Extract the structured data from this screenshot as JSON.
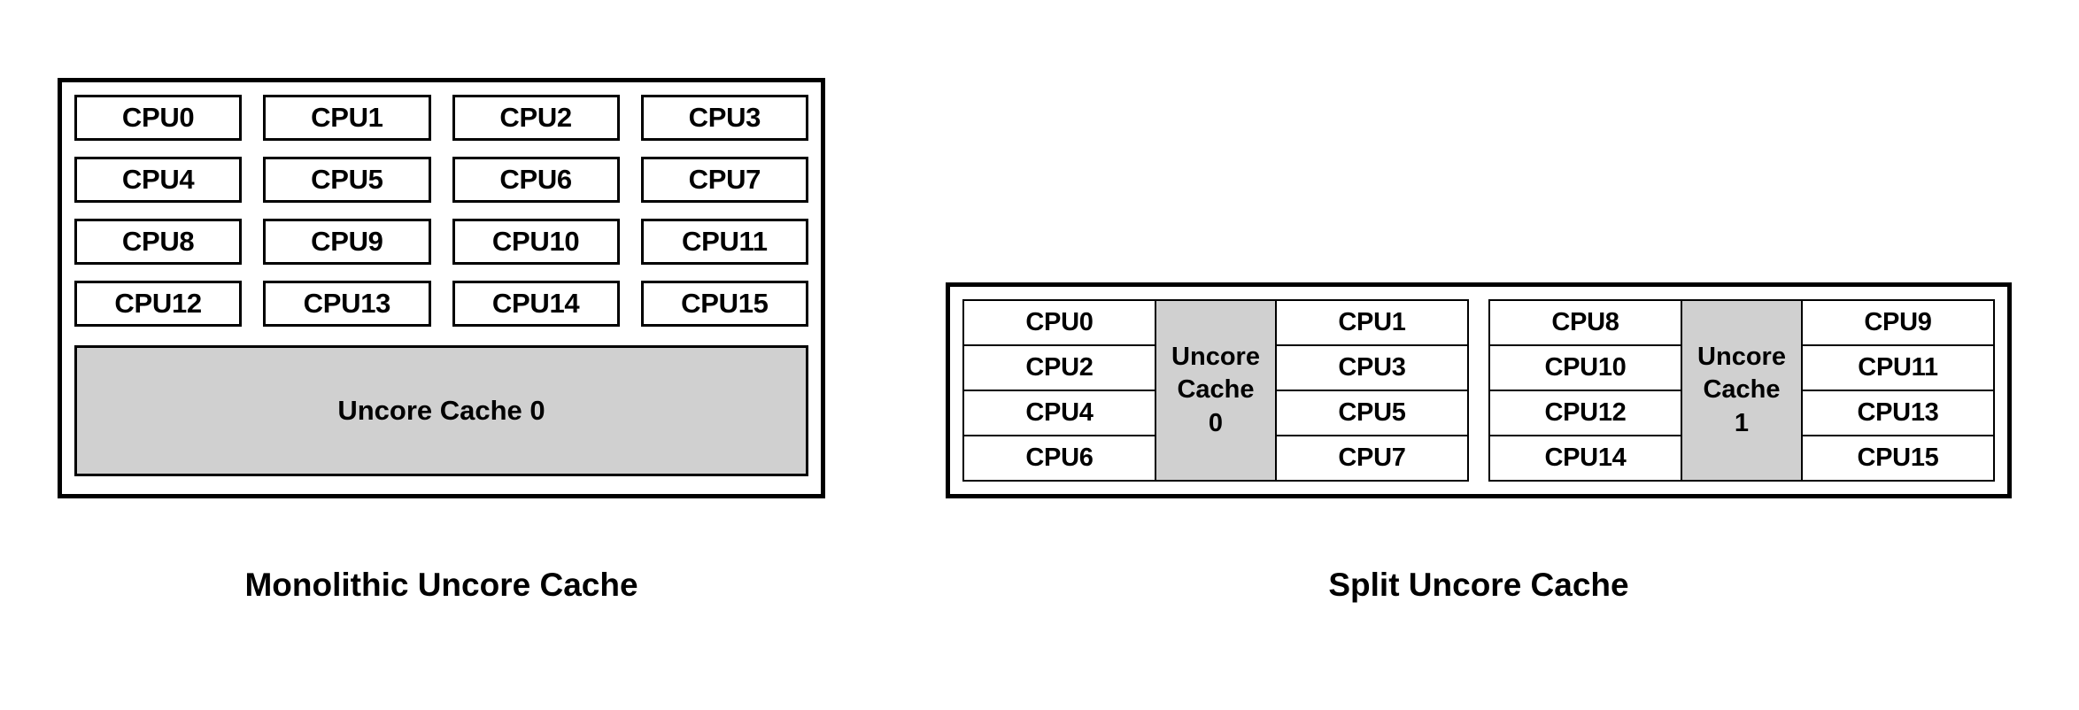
{
  "figures": {
    "monolithic": {
      "caption": "Monolithic Uncore Cache",
      "cpu_rows": [
        [
          "CPU0",
          "CPU1",
          "CPU2",
          "CPU3"
        ],
        [
          "CPU4",
          "CPU5",
          "CPU6",
          "CPU7"
        ],
        [
          "CPU8",
          "CPU9",
          "CPU10",
          "CPU11"
        ],
        [
          "CPU12",
          "CPU13",
          "CPU14",
          "CPU15"
        ]
      ],
      "cpus_flat": [
        "CPU0",
        "CPU1",
        "CPU2",
        "CPU3",
        "CPU4",
        "CPU5",
        "CPU6",
        "CPU7",
        "CPU8",
        "CPU9",
        "CPU10",
        "CPU11",
        "CPU12",
        "CPU13",
        "CPU14",
        "CPU15"
      ],
      "uncore_label": "Uncore Cache 0"
    },
    "split": {
      "caption": "Split Uncore Cache",
      "clusters": [
        {
          "left_column": [
            "CPU0",
            "CPU2",
            "CPU4",
            "CPU6"
          ],
          "uncore_lines": [
            "Uncore",
            "Cache",
            "0"
          ],
          "uncore_label": "Uncore Cache 0",
          "right_column": [
            "CPU1",
            "CPU3",
            "CPU5",
            "CPU7"
          ]
        },
        {
          "left_column": [
            "CPU8",
            "CPU10",
            "CPU12",
            "CPU14"
          ],
          "uncore_lines": [
            "Uncore",
            "Cache",
            "1"
          ],
          "uncore_label": "Uncore Cache 1",
          "right_column": [
            "CPU9",
            "CPU11",
            "CPU13",
            "CPU15"
          ]
        }
      ]
    }
  },
  "colors": {
    "background": "#ffffff",
    "outline": "#000000",
    "cache_fill": "#d0d0d0",
    "cpu_fill": "#ffffff",
    "text": "#000000"
  }
}
